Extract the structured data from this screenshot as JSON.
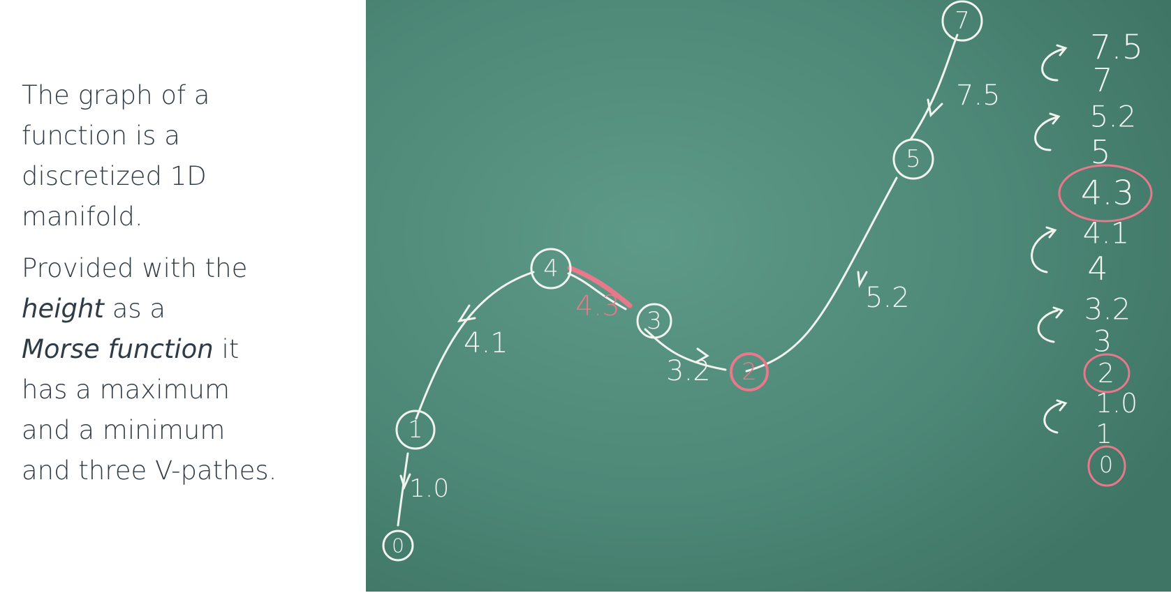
{
  "text": {
    "para1": [
      "The graph of a",
      "function is a",
      "discretized 1D",
      "manifold."
    ],
    "para2_l1": "Provided with the",
    "para2_l2_em": "height",
    "para2_l2_rest": " as a",
    "para2_l3_em": "Morse function",
    "para2_l3_rest": " it",
    "para2_l4": "has a maximum",
    "para2_l5": "and a minimum",
    "para2_l6": "and three V-pathes."
  },
  "board": {
    "nodes": [
      "0",
      "1",
      "4",
      "3",
      "2",
      "5",
      "7"
    ],
    "edge_labels": [
      "1.0",
      "4.1",
      "4.3",
      "3.2",
      "5.2",
      "7.5"
    ],
    "sorted_list": [
      "7.5",
      "7",
      "5.2",
      "5",
      "4.3",
      "4.1",
      "4",
      "3.2",
      "3",
      "2",
      "1.0",
      "1",
      "0"
    ],
    "colors": {
      "board": "#4f8a78",
      "chalk": "#f2f4f0",
      "pink": "#e8788a"
    }
  }
}
